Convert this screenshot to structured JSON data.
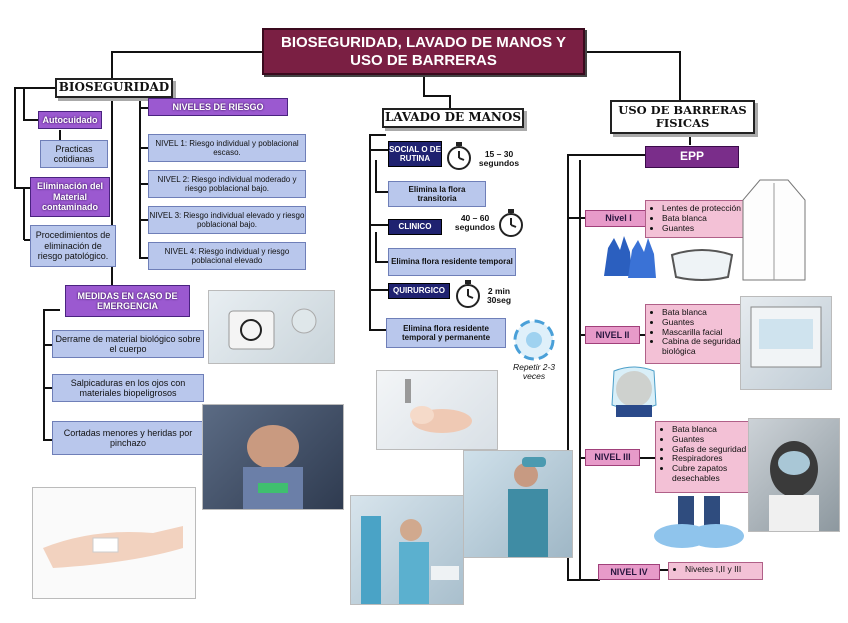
{
  "title": "BIOSEGURIDAD, LAVADO DE MANOS Y USO DE BARRERAS",
  "bioseguridad": {
    "header": "BIOSEGURIDAD",
    "autocuidado": "Autocuidado",
    "practicas": "Practicas cotidianas",
    "eliminacion": "Eliminación del Material contaminado",
    "procedimientos": "Procedimientos de eliminación de riesgo patológico.",
    "niveles_header": "NIVELES DE RIESGO",
    "niveles": [
      "NIVEL 1: Riesgo individual y poblacional escaso.",
      "NIVEL 2: Riesgo individual moderado y riesgo poblacional bajo.",
      "NIVEL 3: Riesgo individual elevado y riesgo poblacional bajo.",
      "NIVEL 4: Riesgo individual y riesgo poblacional elevado"
    ],
    "medidas_header": "MEDIDAS EN CASO DE EMERGENCIA",
    "medidas": [
      "Derrame de material biológico sobre el cuerpo",
      "Salpicaduras en los ojos con materiales biopeligrosos",
      "Cortadas menores y heridas por pinchazo"
    ]
  },
  "lavado": {
    "header": "LAVADO DE MANOS",
    "tipos": [
      {
        "label": "SOCIAL O DE RUTINA",
        "time": "15 – 30 segundos",
        "desc": "Elimina la flora transitoria"
      },
      {
        "label": "CLINICO",
        "time": "40 – 60 segundos",
        "desc": "Elimina flora residente temporal"
      },
      {
        "label": "QUIRURGICO",
        "time": "2 min 30seg",
        "desc": "Elimina flora residente temporal y permanente"
      }
    ],
    "repetir": "Repetir 2-3 veces"
  },
  "barreras": {
    "header": "USO DE BARRERAS FISICAS",
    "epp": "EPP",
    "niveles": [
      {
        "label": "Nivel I",
        "items": [
          "Lentes de protección",
          "Bata blanca",
          "Guantes"
        ]
      },
      {
        "label": "NIVEL II",
        "items": [
          "Bata blanca",
          "Guantes",
          "Mascarilla facial",
          "Cabina de seguridad biológica"
        ]
      },
      {
        "label": "NIVEL III",
        "items": [
          "Bata blanca",
          "Guantes",
          "Gafas de seguridad",
          "Respiradores",
          "Cubre zapatos desechables"
        ]
      },
      {
        "label": "NIVEL IV",
        "items": [
          "Nivetes I,II y III"
        ]
      }
    ]
  },
  "colors": {
    "title_bg": "#7a1f43",
    "purple": "#9b59d0",
    "navy": "#1f2270",
    "lightblue": "#b9c7ec",
    "pink": "#e79ac9",
    "epp": "#7a2d8a"
  },
  "icons": [
    "stopwatch-icon",
    "biohazard-bottle-image",
    "hand-wash-image",
    "eye-wash-image",
    "wounded-hand-image",
    "surgeon-image",
    "lab-coat-image",
    "gloves-image",
    "goggles-image",
    "face-shield-image",
    "biosafety-cabinet-image",
    "respirator-image",
    "shoe-covers-image",
    "hand-wash-cycle-icon"
  ]
}
